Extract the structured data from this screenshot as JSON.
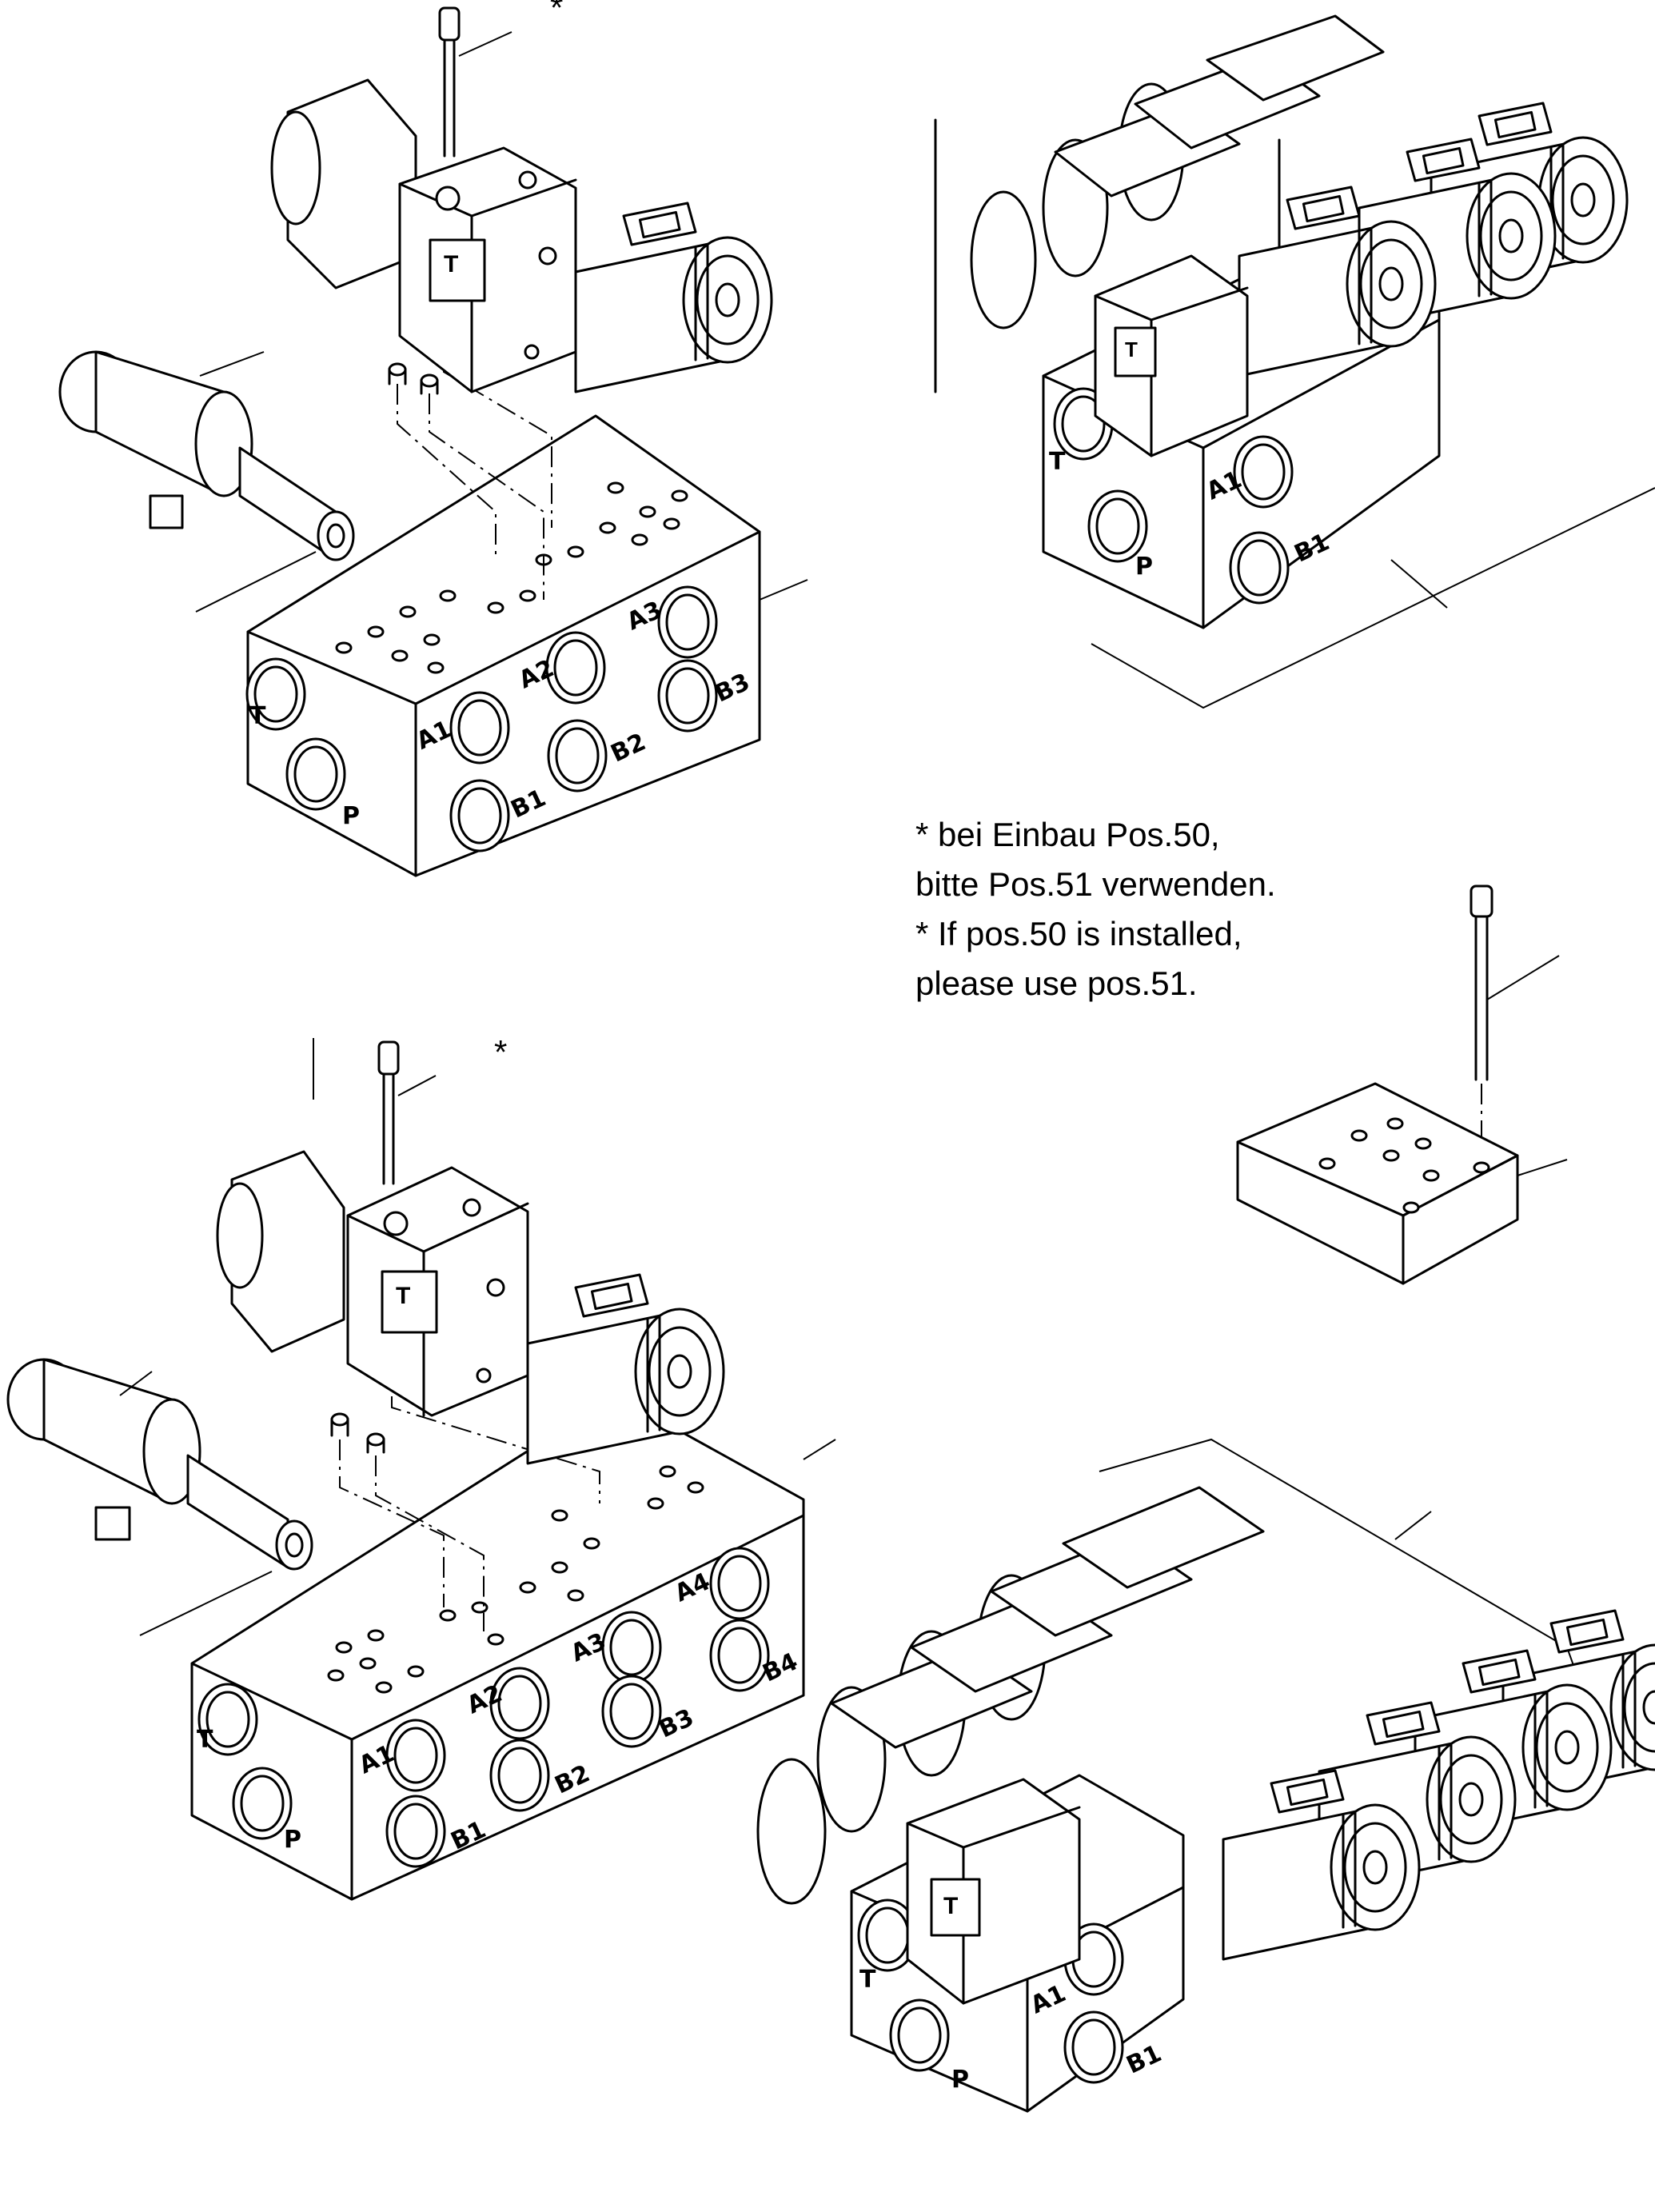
{
  "note": {
    "lines": [
      "* bei Einbau Pos.50,",
      "bitte Pos.51 verwenden.",
      "* If pos.50 is installed,",
      "please use pos.51."
    ]
  },
  "markers": {
    "asterisk": "*"
  },
  "assembly_3_station": {
    "ports": {
      "T": "T",
      "P": "P",
      "A1": "A1",
      "A2": "A2",
      "A3": "A3",
      "B1": "B1",
      "B2": "B2",
      "B3": "B3"
    }
  },
  "assembly_3_station_view": {
    "ports": {
      "T": "T",
      "P": "P",
      "A1": "A1",
      "B1": "B1"
    }
  },
  "assembly_4_station": {
    "ports": {
      "T": "T",
      "P": "P",
      "A1": "A1",
      "A2": "A2",
      "A3": "A3",
      "A4": "A4",
      "B1": "B1",
      "B2": "B2",
      "B3": "B3",
      "B4": "B4"
    }
  },
  "assembly_4_station_view": {
    "ports": {
      "T": "T",
      "P": "P",
      "A1": "A1",
      "B1": "B1"
    }
  },
  "icons": {
    "valve": "solenoid-valve-icon",
    "block": "manifold-block-icon",
    "cartridge": "cartridge-valve-icon",
    "screw": "bolt-icon",
    "plate": "blanking-plate-icon"
  }
}
